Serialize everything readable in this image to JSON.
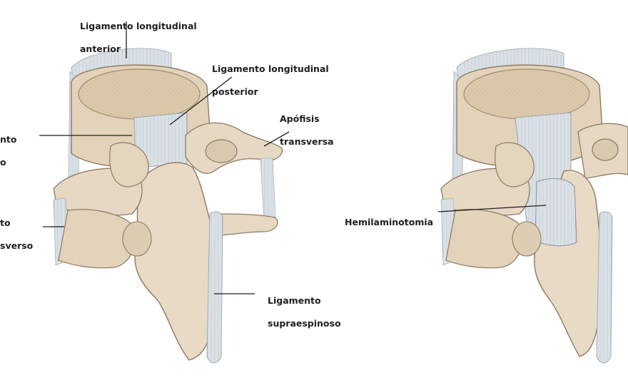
{
  "labels": {
    "ant_line1": "Ligamento longitudinal",
    "ant_line2": "anterior",
    "post_line1": "Ligamento longitudinal",
    "post_line2": "posterior",
    "apof_line1": "Apófisis",
    "apof_line2": "transversa",
    "amarillo_line1": "nto",
    "amarillo_line2": "o",
    "inter_line1": "to",
    "inter_line2": "sverso",
    "supra_line1": "Ligamento",
    "supra_line2": "supraespinoso",
    "hemi": "Hemilaminotomia"
  },
  "colors": {
    "bone": "#e6d8c3",
    "bone_shade": "#cdbb9f",
    "bone_dark": "#b8a584",
    "ligament": "#dde3e9",
    "ligament_line": "#b4bec8",
    "disc": "#d8c7ad",
    "text": "#1e1e1e"
  }
}
